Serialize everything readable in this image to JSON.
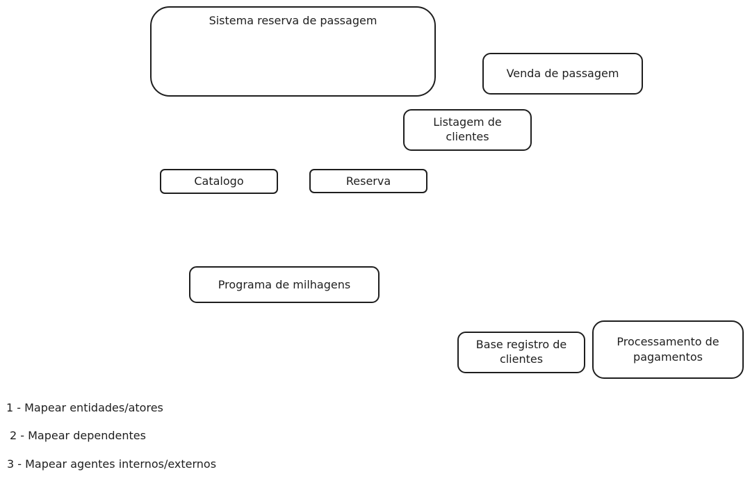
{
  "diagram": {
    "boxes": {
      "sistema": "Sistema reserva de passagem",
      "venda": "Venda de passagem",
      "listagem": "Listagem de\nclientes",
      "catalogo": "Catalogo",
      "reserva": "Reserva",
      "milhagens": "Programa de milhagens",
      "base_registro": "Base registro de\nclientes",
      "processamento": "Processamento de\npagamentos"
    },
    "steps": [
      "1 - Mapear entidades/atores",
      "2 - Mapear dependentes",
      "3 - Mapear agentes internos/externos"
    ]
  },
  "colors": {
    "stroke": "#1e1e1e",
    "background": "#ffffff"
  }
}
